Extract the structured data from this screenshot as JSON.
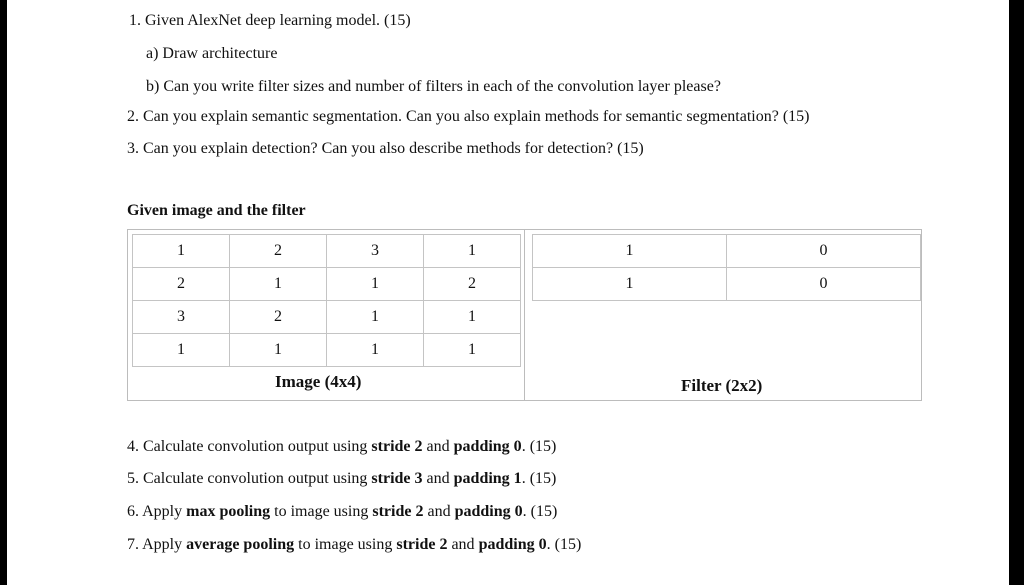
{
  "questions": {
    "q1": "1. Given AlexNet deep learning model. (15)",
    "q1a": "a) Draw architecture",
    "q1b": "b) Can you write filter sizes and number of filters in each of the convolution layer please?",
    "q2": "2. Can you explain semantic segmentation. Can you also explain methods for semantic segmentation? (15)",
    "q3": "3. Can you explain detection? Can you also describe methods for detection? (15)"
  },
  "section_heading": "Given image and the filter",
  "image": {
    "caption": "Image (4x4)",
    "rows": [
      [
        "1",
        "2",
        "3",
        "1"
      ],
      [
        "2",
        "1",
        "1",
        "2"
      ],
      [
        "3",
        "2",
        "1",
        "1"
      ],
      [
        "1",
        "1",
        "1",
        "1"
      ]
    ]
  },
  "filter": {
    "caption": "Filter (2x2)",
    "rows": [
      [
        "1",
        "0"
      ],
      [
        "1",
        "0"
      ]
    ]
  },
  "tasks": {
    "q4": {
      "pre": "4. Calculate convolution output using ",
      "b1": "stride 2",
      "mid": " and ",
      "b2": "padding 0",
      "post": ".  (15)"
    },
    "q5": {
      "pre": "5. Calculate convolution output using ",
      "b1": "stride 3",
      "mid": " and ",
      "b2": "padding 1",
      "post": ". (15)"
    },
    "q6": {
      "pre": "6. Apply ",
      "b0": "max pooling",
      "mid0": " to image using ",
      "b1": "stride 2",
      "mid": " and ",
      "b2": "padding 0",
      "post": ". (15)"
    },
    "q7": {
      "pre": "7. Apply ",
      "b0": "average pooling",
      "mid0": " to image using ",
      "b1": "stride 2",
      "mid": " and ",
      "b2": "padding 0",
      "post": ". (15)"
    }
  }
}
